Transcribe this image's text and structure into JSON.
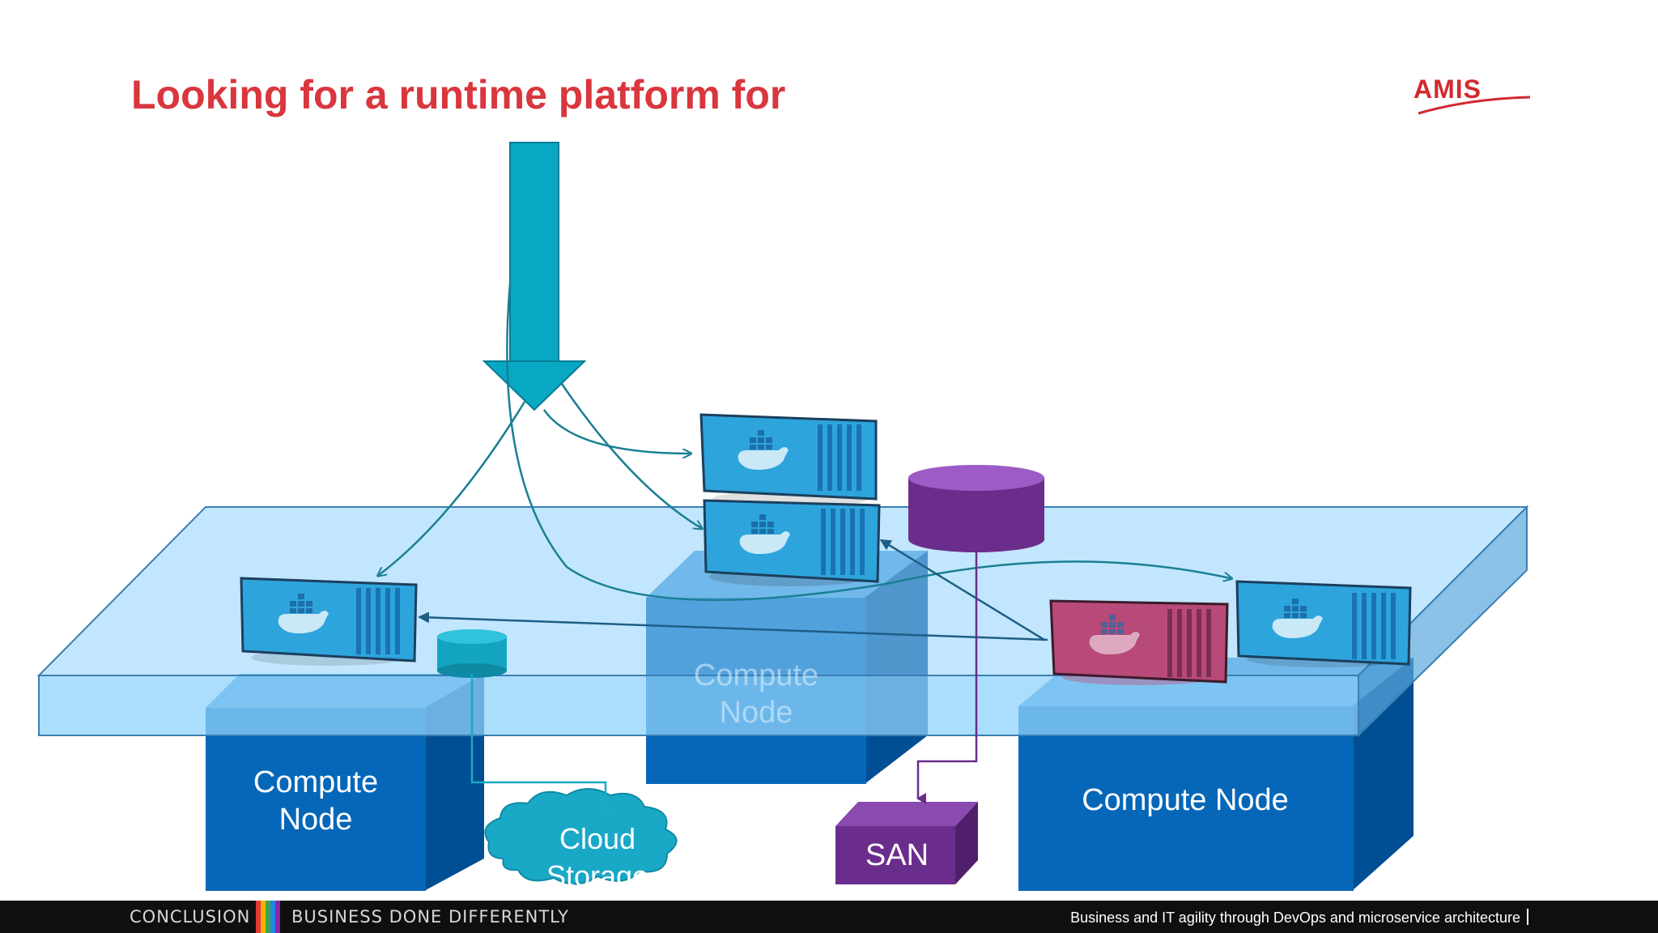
{
  "slide": {
    "title": "Looking for a runtime platform for",
    "logo_text": "AMIS",
    "colors": {
      "title": "#d9363e",
      "arrow": "#08a7c4",
      "platform": "#8fd2fb",
      "node": "#0667b8",
      "san": "#6b2d8c",
      "cloud": "#14a9c8",
      "container": "#2ea4dc",
      "container_red": "#b84a79"
    }
  },
  "diagram": {
    "nodes": [
      {
        "id": "left",
        "label_line1": "Compute",
        "label_line2": "Node"
      },
      {
        "id": "middle",
        "label_line1": "Compute",
        "label_line2": "Node"
      },
      {
        "id": "right",
        "label": "Compute Node"
      }
    ],
    "storage": {
      "cloud_line1": "Cloud",
      "cloud_line2": "Storage",
      "san": "SAN"
    }
  },
  "footer": {
    "left": "CONCLUSION",
    "center": "BUSINESS DONE DIFFERENTLY",
    "right": "Business and IT agility through DevOps and microservice architecture",
    "bar_colors": [
      "#e53935",
      "#f4b400",
      "#43a047",
      "#1e88e5",
      "#8e24aa"
    ]
  }
}
